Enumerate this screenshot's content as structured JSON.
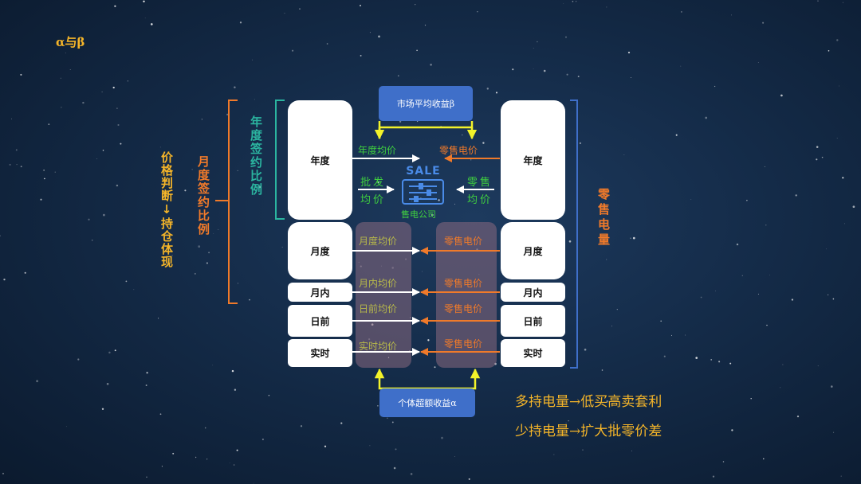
{
  "title": "α与β",
  "top_button": "市场平均收益β",
  "bottom_button": "个体超额收益α",
  "company_label": "售电公司",
  "sale_icon_text": "SALE",
  "left_rows": [
    "年度",
    "月度",
    "月内",
    "日前",
    "实时"
  ],
  "right_rows": [
    "年度",
    "月度",
    "月内",
    "日前",
    "实时"
  ],
  "annual": {
    "left_price": "年度均价",
    "right_price": "零售电价",
    "wholesale_1": "批发",
    "wholesale_2": "均价",
    "retail_1": "零售",
    "retail_2": "均价"
  },
  "mid_left_prices": [
    "月度均价",
    "月内均价",
    "日前均价",
    "实时均价"
  ],
  "mid_right_prices": [
    "零售电价",
    "零售电价",
    "零售电价",
    "零售电价"
  ],
  "side_labels": {
    "annual_ratio": "年度签约比例",
    "monthly_ratio": "月度签约比例",
    "price_judgment": "价格判断↓持仓体现",
    "retail_volume": "零售电量"
  },
  "strategies": [
    "多持电量→低买高卖套利",
    "少持电量→扩大批零价差"
  ],
  "colors": {
    "accent": "#f5b529",
    "blue": "#3f6fc9",
    "green": "#3fcf3f",
    "orange": "#f07a2a",
    "teal": "#2bb5a0"
  }
}
